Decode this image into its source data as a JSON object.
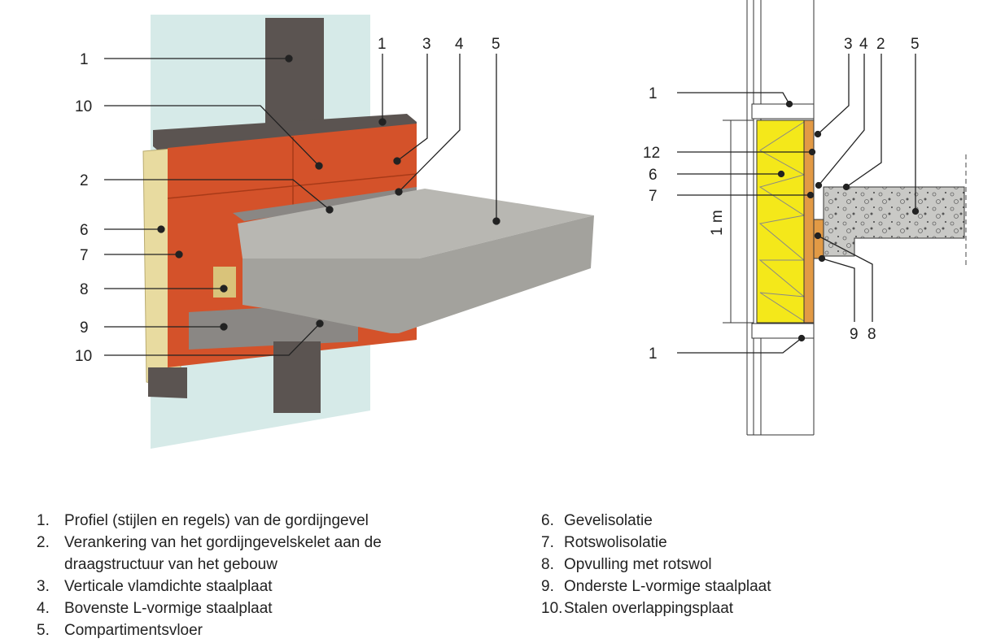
{
  "left_callouts": {
    "l1": "1",
    "l10a": "10",
    "l2": "2",
    "l6": "6",
    "l7": "7",
    "l8": "8",
    "l9": "9",
    "l10b": "10",
    "t1": "1",
    "t3": "3",
    "t4": "4",
    "t5": "5"
  },
  "right_callouts": {
    "r1a": "1",
    "r12": "12",
    "r6": "6",
    "r7": "7",
    "r1b": "1",
    "t3": "3",
    "t4": "4",
    "t2": "2",
    "t5": "5",
    "b9": "9",
    "b8": "8",
    "dimension": "1 m"
  },
  "legend": {
    "left": [
      {
        "num": "1.",
        "text": "Profiel (stijlen en regels) van de gordijngevel"
      },
      {
        "num": "2.",
        "text": "Verankering van het gordijngevelskelet aan de"
      },
      {
        "num": "",
        "text": "draagstructuur van het gebouw"
      },
      {
        "num": "3.",
        "text": "Verticale vlamdichte staalplaat"
      },
      {
        "num": "4.",
        "text": "Bovenste L-vormige staalplaat"
      },
      {
        "num": "5.",
        "text": "Compartimentsvloer"
      }
    ],
    "right": [
      {
        "num": "6.",
        "text": "Gevelisolatie"
      },
      {
        "num": "7.",
        "text": "Rotswolisolatie"
      },
      {
        "num": "8.",
        "text": "Opvulling met rotswol"
      },
      {
        "num": "9.",
        "text": "Onderste L-vormige staalplaat"
      },
      {
        "num": "10.",
        "text": "Stalen overlappingsplaat"
      }
    ]
  }
}
